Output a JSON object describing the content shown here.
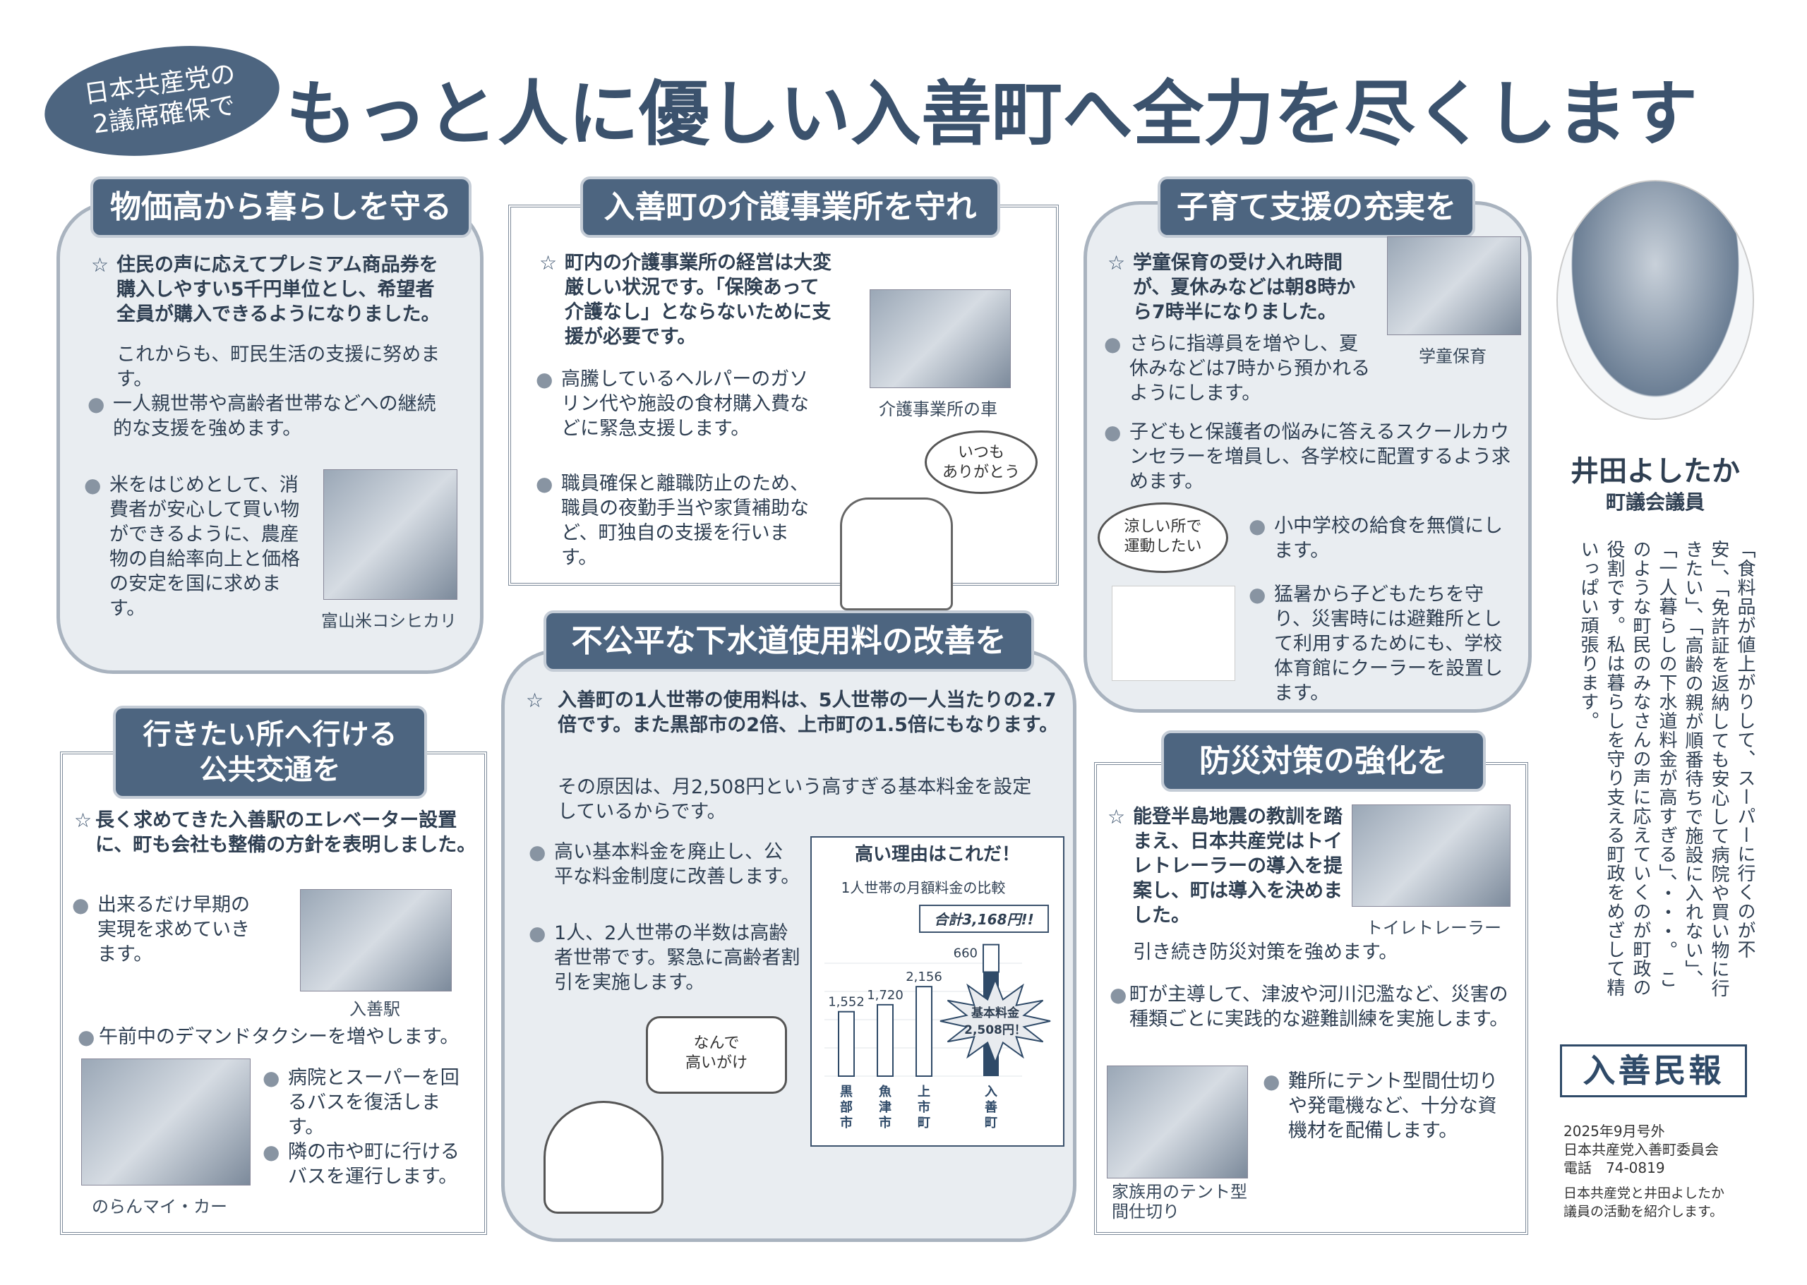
{
  "header": {
    "badge": "日本共産党の\n2議席確保で",
    "title": "もっと人に優しい入善町へ全力を尽くします"
  },
  "prices": {
    "heading": "物価高から暮らしを守る",
    "items": [
      "住民の声に応えてプレミアム商品券を購入しやすい5千円単位とし、希望者全員が購入できるようになりました。",
      "これからも、町民生活の支援に努めます。",
      "一人親世帯や高齢者世帯などへの継続的な支援を強めます。",
      "米をはじめとして、消費者が安心して買い物ができるように、農産物の自給率向上と価格の安定を国に求めます。"
    ],
    "photo_caption": "富山米コシヒカリ"
  },
  "care": {
    "heading": "入善町の介護事業所を守れ",
    "items": [
      "町内の介護事業所の経営は大変厳しい状況です。「保険あって介護なし」とならないために支援が必要です。",
      "高騰しているヘルパーのガソリン代や施設の食材購入費などに緊急支援します。",
      "職員確保と離職防止のため、職員の夜勤手当や家賃補助など、町独自の支援を行います。"
    ],
    "photo_caption": "介護事業所の車",
    "bubble": "いつも\nありがとう"
  },
  "child": {
    "heading": "子育て支援の充実を",
    "items": [
      "学童保育の受け入れ時間が、夏休みなどは朝8時から7時半になりました。",
      "さらに指導員を増やし、夏休みなどは7時から預かれるようにします。",
      "子どもと保護者の悩みに答えるスクールカウンセラーを増員し、各学校に配置するよう求めます。",
      "小中学校の給食を無償にします。",
      "猛暑から子どもたちを守り、災害時には避難所として利用するためにも、学校体育館にクーラーを設置します。"
    ],
    "photo_caption": "学童保育",
    "bubble": "涼しい所で\n運動したい"
  },
  "profile": {
    "name": "井田よしたか",
    "role": "町議会議員",
    "message": "「食料品が値上がりして、スーパーに行くのが不安」、「免許証を返納しても安心して病院や買い物に行きたい」、「高齢の親が順番待ちで施設に入れない」、「一人暮らしの下水道料金が高すぎる」、・・・。　このような町民のみなさんの声に応えていくのが町政の役割です。私は暮らしを守り支える町政をめざして精いっぱい頑張ります。"
  },
  "transit": {
    "heading": "行きたい所へ行ける\n公共交通を",
    "items": [
      "長く求めてきた入善駅のエレベーター設置に、町も会社も整備の方針を表明しました。",
      "出来るだけ早期の実現を求めていきます。",
      "午前中のデマンドタクシーを増やします。",
      "病院とスーパーを回るバスを復活します。",
      "隣の市や町に行けるバスを運行します。"
    ],
    "station_caption": "入善駅",
    "bus_caption": "のらんマイ・カー"
  },
  "sewer": {
    "heading": "不公平な下水道使用料の改善を",
    "items": [
      "入善町の1人世帯の使用料は、5人世帯の一人当たりの2.7倍です。また黒部市の2倍、上市町の1.5倍にもなります。",
      "その原因は、月2,508円という高すぎる基本料金を設定しているからです。",
      "高い基本料金を廃止し、公平な料金制度に改善します。",
      "1人、2人世帯の半数は高齢者世帯です。緊急に高齢者割引を実施します。"
    ],
    "bubble": "なんで\n高いがけ"
  },
  "chart_data": {
    "type": "bar",
    "title": "高い理由はこれだ！",
    "subtitle": "1人世帯の月額料金の比較",
    "categories": [
      "黒部市",
      "魚津市",
      "上市町",
      "入善町"
    ],
    "series": [
      {
        "name": "基本料金",
        "values": [
          0,
          0,
          0,
          2508
        ]
      },
      {
        "name": "料金",
        "values": [
          1552,
          1720,
          2156,
          660
        ]
      }
    ],
    "labels": [
      "1,552",
      "1,720",
      "2,156",
      "660"
    ],
    "total_label": "合計3,168円!!",
    "burst_label": "基本料金",
    "burst_value": "2,508円！",
    "ylim": [
      0,
      3400
    ]
  },
  "disaster": {
    "heading": "防災対策の強化を",
    "items": [
      "能登半島地震の教訓を踏まえ、日本共産党はトイレトレーラーの導入を提案し、町は導入を決めました。",
      "引き続き防災対策を強めます。",
      "町が主導して、津波や河川氾濫など、災害の種類ごとに実践的な避難訓練を実施します。",
      "難所にテント型間仕切りや発電機など、十分な資機材を配備します。"
    ],
    "trailer_caption": "トイレトレーラー",
    "tent_caption": "家族用のテント型\n間仕切り"
  },
  "footer": {
    "logo": "入善民報",
    "issue": "2025年9月号外",
    "org": "日本共産党入善町委員会",
    "phone": "電話　74-0819",
    "note": "日本共産党と井田よしたか\n議員の活動を紹介します。"
  }
}
